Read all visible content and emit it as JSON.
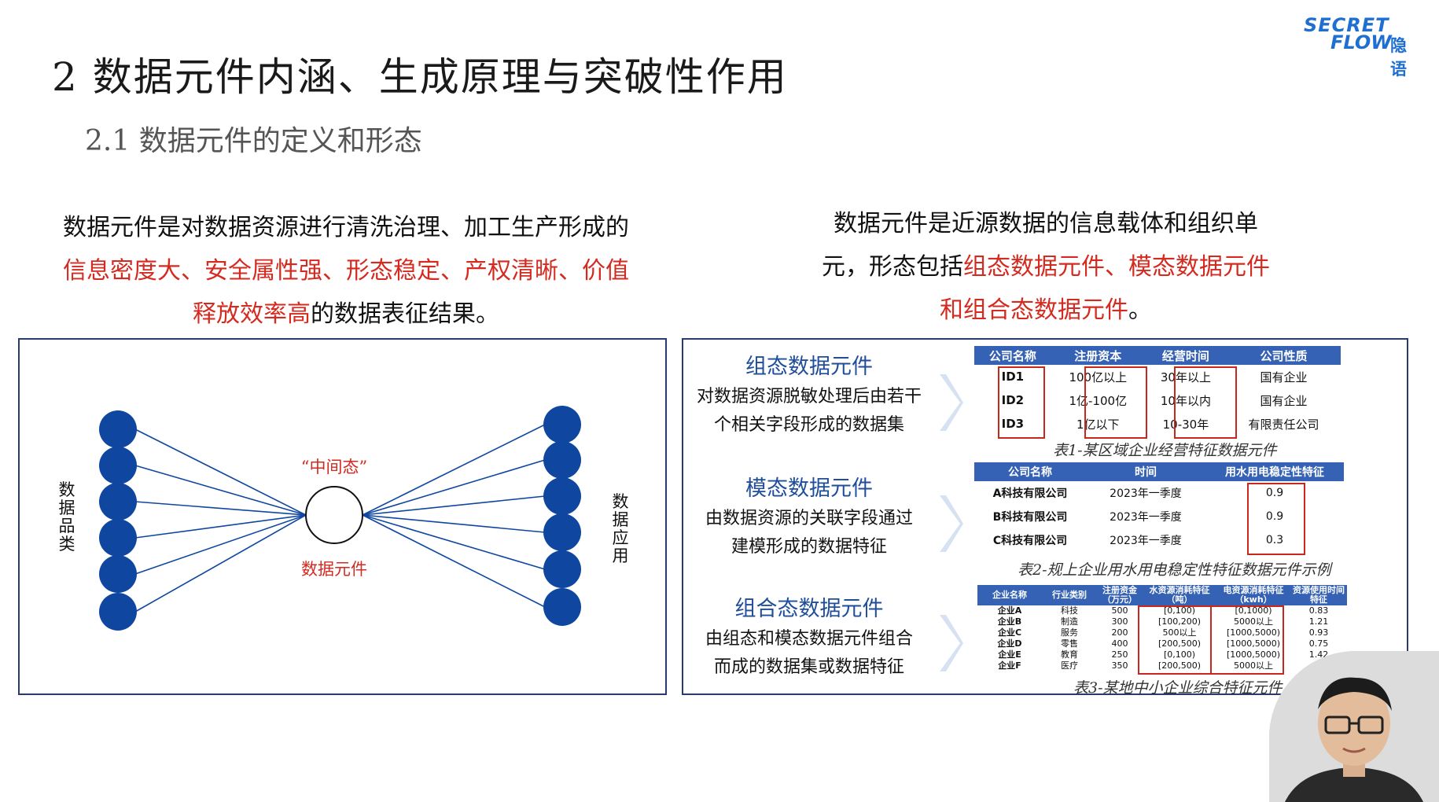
{
  "logo": {
    "line1": "SECRET",
    "line2": "FLOW",
    "chinese": "隐语",
    "color": "#1f6fd1"
  },
  "title": "2 数据元件内涵、生成原理与突破性作用",
  "subtitle": "2.1 数据元件的定义和形态",
  "left_paragraph": {
    "line1": "数据元件是对数据资源进行清洗治理、加工生产形成的",
    "line2_red": "信息密度大、安全属性强、形态稳定、产权清晰、价值",
    "line3_red": "释放效率高",
    "line3_rest": "的数据表征结果。"
  },
  "right_paragraph": {
    "line1": "数据元件是近源数据的信息载体和组织单",
    "line2_pre": "元，形态包括",
    "line2_red": "组态数据元件、模态数据元件",
    "line3_red": "和组合态数据元件",
    "line3_rest": "。"
  },
  "diagram": {
    "left_label": "数据品类",
    "right_label": "数据应用",
    "middle_top_label": "“中间态”",
    "middle_bottom_label": "数据元件",
    "node_color": "#0f47a0",
    "accent_red": "#d42a1f"
  },
  "element_types": [
    {
      "title": "组态数据元件",
      "desc_line1": "对数据资源脱敏处理后由若干",
      "desc_line2": "个相关字段形成的数据集"
    },
    {
      "title": "模态数据元件",
      "desc_line1": "由数据资源的关联字段通过",
      "desc_line2": "建模形成的数据特征"
    },
    {
      "title": "组合态数据元件",
      "desc_line1": "由组态和模态数据元件组合",
      "desc_line2": "而成的数据集或数据特征"
    }
  ],
  "table1": {
    "headers": [
      "公司名称",
      "注册资本",
      "经营时间",
      "公司性质"
    ],
    "rows": [
      [
        "ID1",
        "100亿以上",
        "30年以上",
        "国有企业"
      ],
      [
        "ID2",
        "1亿-100亿",
        "10年以内",
        "国有企业"
      ],
      [
        "ID3",
        "1亿以下",
        "10-30年",
        "有限责任公司"
      ]
    ],
    "caption": "表1-某区域企业经营特征数据元件"
  },
  "table2": {
    "headers": [
      "公司名称",
      "时间",
      "用水用电稳定性特征"
    ],
    "rows": [
      [
        "A科技有限公司",
        "2023年一季度",
        "0.9"
      ],
      [
        "B科技有限公司",
        "2023年一季度",
        "0.9"
      ],
      [
        "C科技有限公司",
        "2023年一季度",
        "0.3"
      ]
    ],
    "caption": "表2-规上企业用水用电稳定性特征数据元件示例"
  },
  "table3": {
    "headers": [
      "企业名称",
      "行业类别",
      "注册资金（万元）",
      "水资源消耗特征（吨）",
      "电资源消耗特征（kwh）",
      "资源使用时间特征"
    ],
    "rows": [
      [
        "企业A",
        "科技",
        "500",
        "[0,100)",
        "[0,1000)",
        "0.83"
      ],
      [
        "企业B",
        "制造",
        "300",
        "[100,200)",
        "5000以上",
        "1.21"
      ],
      [
        "企业C",
        "服务",
        "200",
        "500以上",
        "[1000,5000)",
        "0.93"
      ],
      [
        "企业D",
        "零售",
        "400",
        "[200,500)",
        "[1000,5000)",
        "0.75"
      ],
      [
        "企业E",
        "教育",
        "250",
        "[0,100)",
        "[1000,5000)",
        "1.42"
      ],
      [
        "企业F",
        "医疗",
        "350",
        "[200,500)",
        "5000以上",
        ""
      ]
    ],
    "caption": "表3-某地中小企业综合特征元件"
  },
  "colors": {
    "table_header": "#3562b4",
    "highlight_box": "#c7271d",
    "panel_border": "#2a3a6a"
  }
}
